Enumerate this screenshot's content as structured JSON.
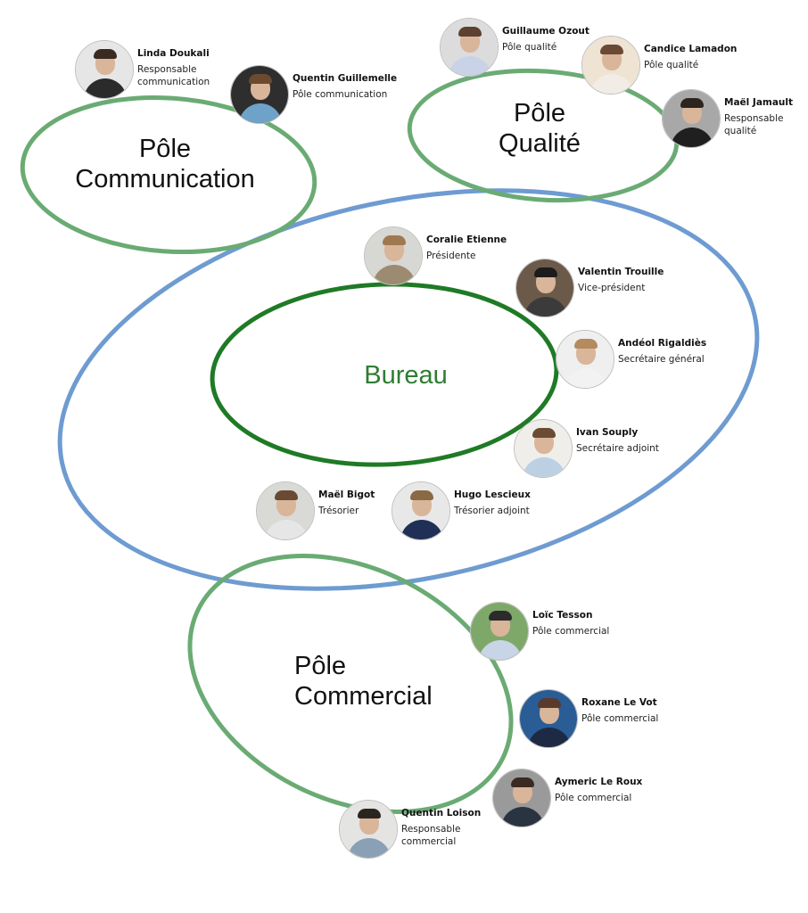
{
  "colors": {
    "pole_ellipse": "#6aab74",
    "bureau_ellipse": "#1f7a25",
    "association_ellipse": "#6e9bd1",
    "bureau_text": "#2e7d32"
  },
  "groups": {
    "communication": "Pôle\nCommunication",
    "qualite": "Pôle\nQualité",
    "bureau": "Bureau",
    "commercial": "Pôle\nCommercial"
  },
  "members": [
    {
      "name": "Linda Doukali",
      "role": "Responsable\ncommunication",
      "group": "communication"
    },
    {
      "name": "Quentin Guillemelle",
      "role": "Pôle communication",
      "group": "communication"
    },
    {
      "name": "Guillaume Ozout",
      "role": "Pôle qualité",
      "group": "qualite"
    },
    {
      "name": "Candice Lamadon",
      "role": "Pôle qualité",
      "group": "qualite"
    },
    {
      "name": "Maël Jamault",
      "role": "Responsable\nqualité",
      "group": "qualite"
    },
    {
      "name": "Coralie Etienne",
      "role": "Présidente",
      "group": "bureau"
    },
    {
      "name": "Valentin Trouille",
      "role": "Vice-président",
      "group": "bureau"
    },
    {
      "name": "Andéol Rigaldiès",
      "role": "Secrétaire général",
      "group": "bureau"
    },
    {
      "name": "Ivan Souply",
      "role": "Secrétaire adjoint",
      "group": "bureau"
    },
    {
      "name": "Maël Bigot",
      "role": "Trésorier",
      "group": "bureau"
    },
    {
      "name": "Hugo Lescieux",
      "role": "Trésorier adjoint",
      "group": "bureau"
    },
    {
      "name": "Loïc Tesson",
      "role": "Pôle commercial",
      "group": "commercial"
    },
    {
      "name": "Roxane Le Vot",
      "role": "Pôle commercial",
      "group": "commercial"
    },
    {
      "name": "Aymeric Le Roux",
      "role": "Pôle commercial",
      "group": "commercial"
    },
    {
      "name": "Quentin Loison",
      "role": "Responsable\ncommercial",
      "group": "commercial"
    }
  ]
}
